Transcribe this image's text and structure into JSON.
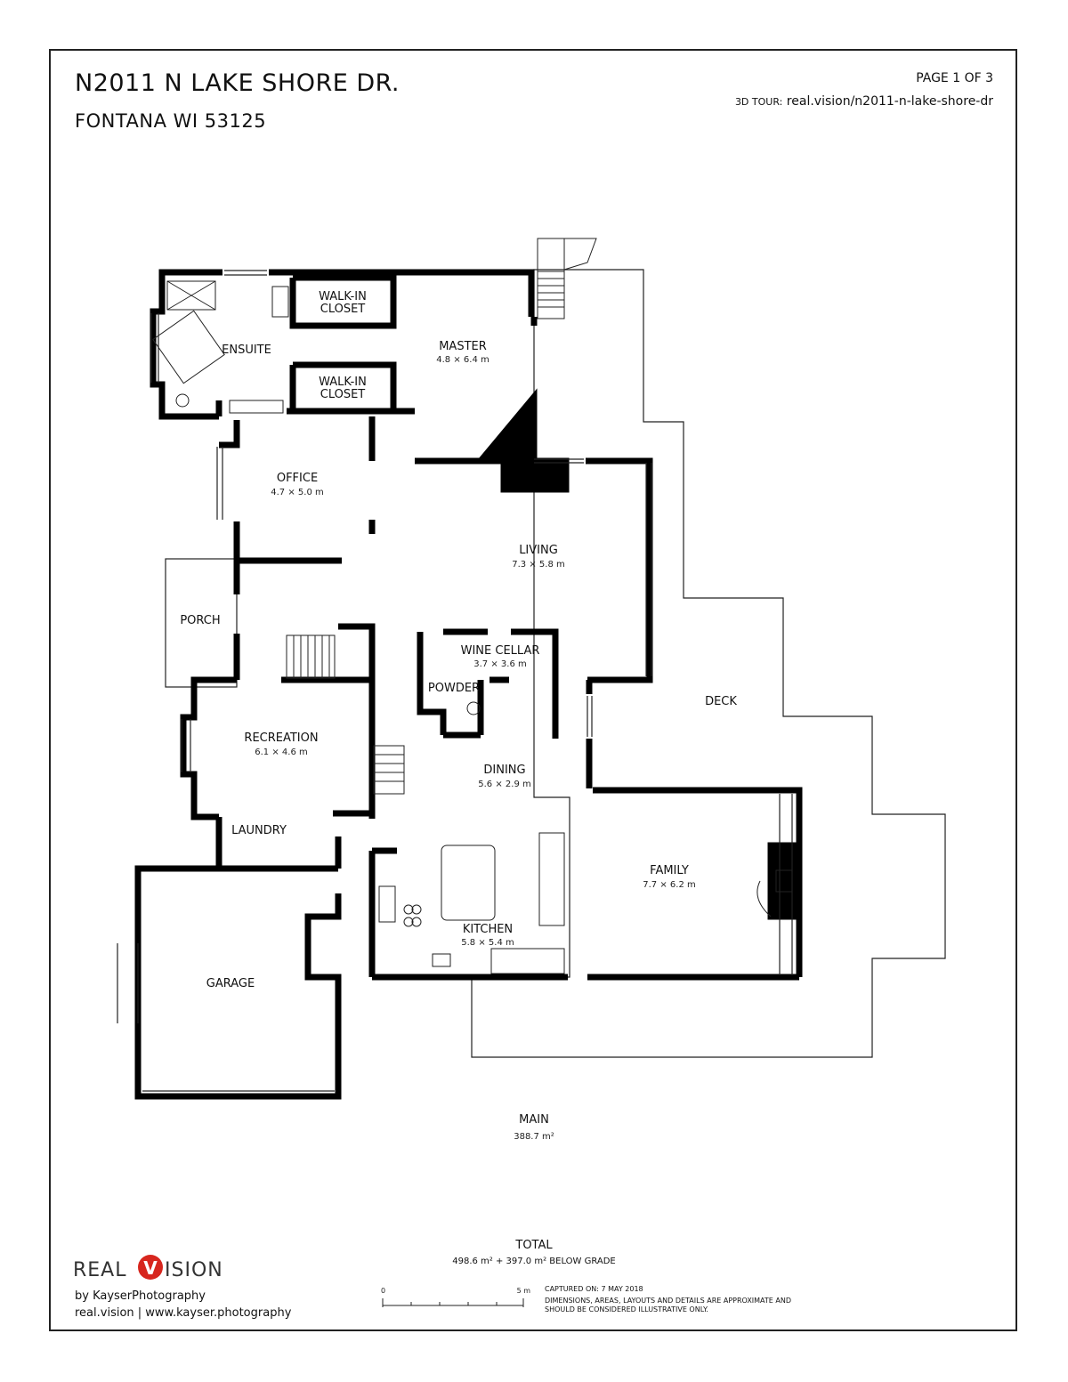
{
  "header": {
    "address_line1": "N2011 N LAKE SHORE DR.",
    "address_line2": "FONTANA WI 53125",
    "page": "PAGE 1 OF 3",
    "tour_label": "3D TOUR:",
    "tour_url": "real.vision/n2011-n-lake-shore-dr"
  },
  "rooms": {
    "walkin_closet_1": "WALK-IN\nCLOSET",
    "walkin_closet_2": "WALK-IN\nCLOSET",
    "master": {
      "name": "MASTER",
      "dims": "4.8 × 6.4 m"
    },
    "ensuite": "ENSUITE",
    "office": {
      "name": "OFFICE",
      "dims": "4.7 × 5.0 m"
    },
    "living": {
      "name": "LIVING",
      "dims": "7.3 × 5.8 m"
    },
    "porch": "PORCH",
    "wine_cellar": {
      "name": "WINE CELLAR",
      "dims": "3.7 × 3.6 m"
    },
    "powder": "POWDER",
    "deck": "DECK",
    "recreation": {
      "name": "RECREATION",
      "dims": "6.1 × 4.6 m"
    },
    "dining": {
      "name": "DINING",
      "dims": "5.6 × 2.9 m"
    },
    "laundry": "LAUNDRY",
    "family": {
      "name": "FAMILY",
      "dims": "7.7 × 6.2 m"
    },
    "kitchen": {
      "name": "KITCHEN",
      "dims": "5.8 × 5.4 m"
    },
    "garage": "GARAGE"
  },
  "floor": {
    "name": "MAIN",
    "area": "388.7 m²"
  },
  "total": {
    "label": "TOTAL",
    "value": "498.6 m² + 397.0 m² BELOW GRADE"
  },
  "branding": {
    "logo_left": "REAL",
    "logo_mark": "V",
    "logo_right": "ISION",
    "accent_color": "#d7261e",
    "credit_line1": "by KayserPhotography",
    "credit_line2": "real.vision | www.kayser.photography"
  },
  "scale": {
    "start": "0",
    "end": "5 m"
  },
  "captured": "CAPTURED ON: 7 MAY 2018",
  "disclaimer": "DIMENSIONS, AREAS, LAYOUTS AND DETAILS ARE APPROXIMATE AND SHOULD BE CONSIDERED ILLUSTRATIVE ONLY."
}
